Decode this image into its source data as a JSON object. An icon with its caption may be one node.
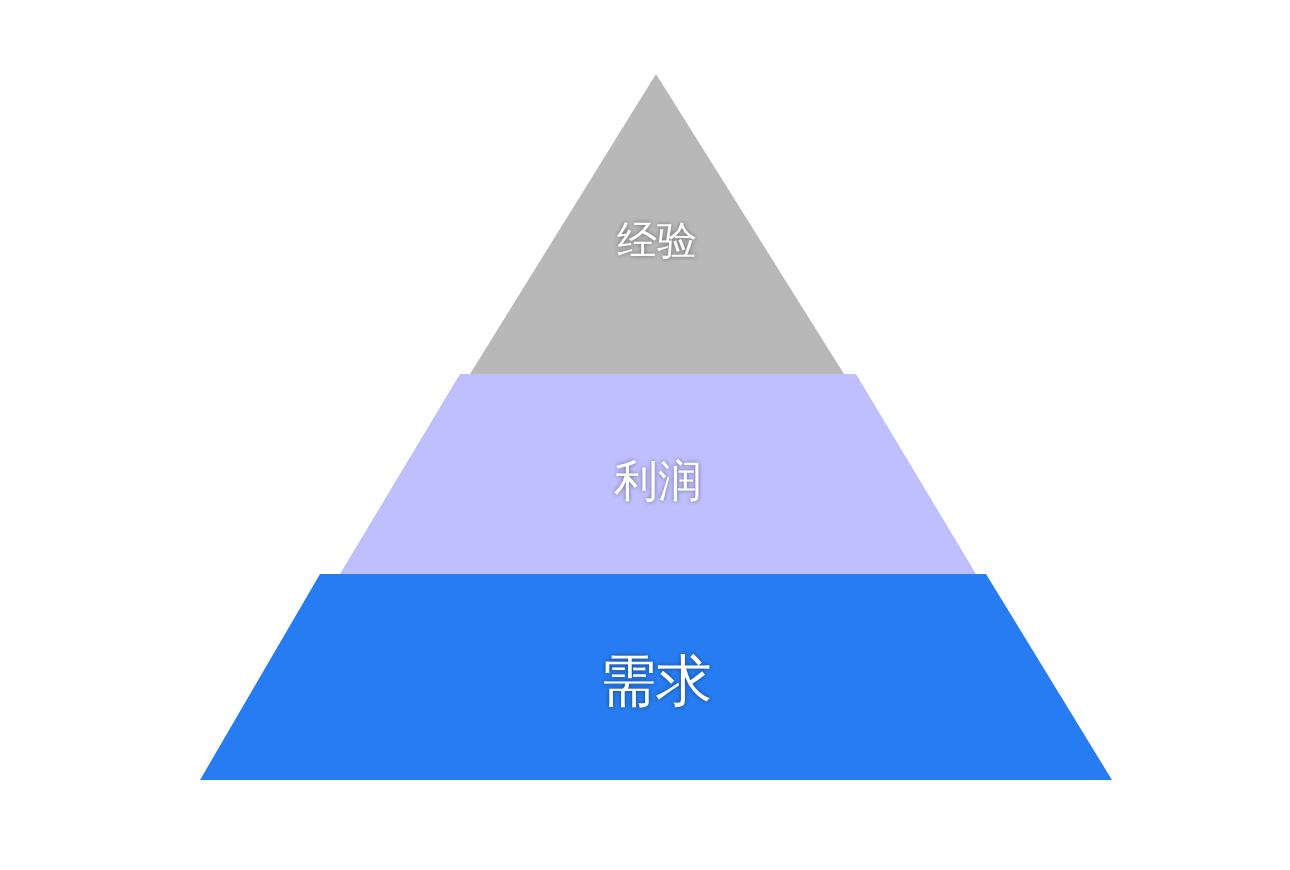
{
  "diagram": {
    "nodes": [
      {
        "text": [
          "经验"
        ]
      },
      {
        "text": [
          "利润"
        ]
      },
      {
        "text": [
          "需求"
        ]
      }
    ]
  }
}
